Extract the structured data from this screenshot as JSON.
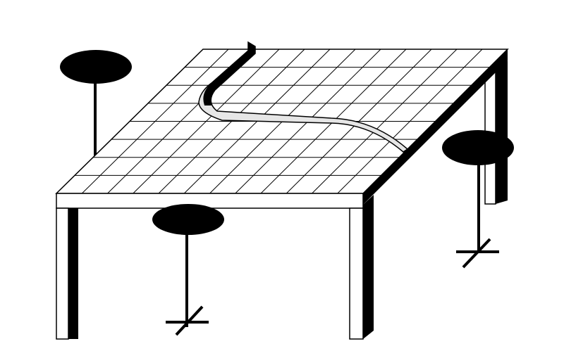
{
  "scene": {
    "subject": "table-with-stools",
    "colors": {
      "background": "#ffffff",
      "ink": "#000000",
      "divider_fill": "#e6e6e6"
    },
    "grid": {
      "depth_rows": 8,
      "width_cols": 12
    },
    "stool_count": 3
  }
}
